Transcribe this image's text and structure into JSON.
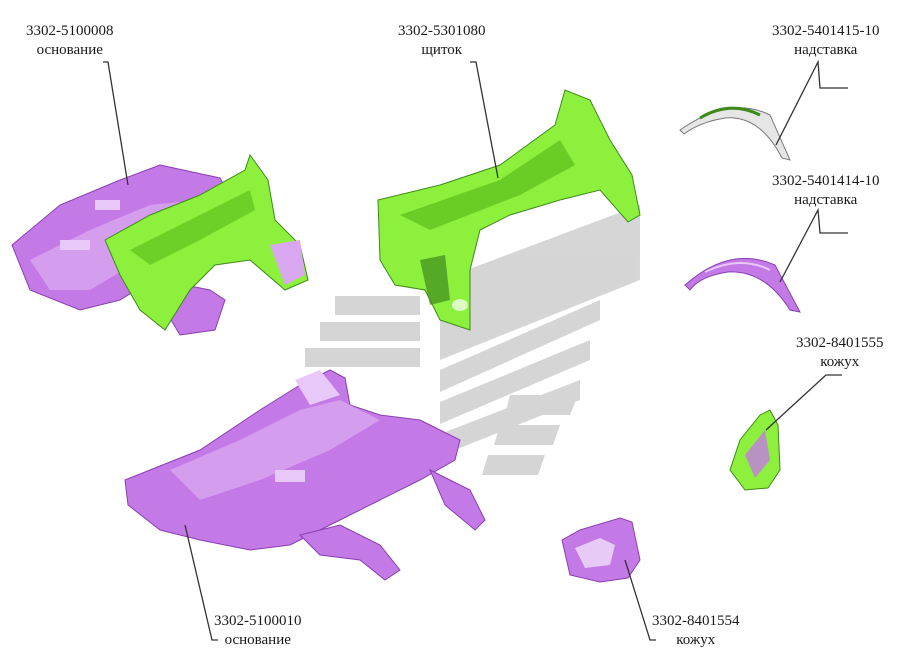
{
  "parts": [
    {
      "id": "p1",
      "number": "3302-5100008",
      "name": "основание",
      "color": "#c47ae6"
    },
    {
      "id": "p2",
      "number": "3302-5301080",
      "name": "щиток",
      "color": "#8cf03c"
    },
    {
      "id": "p3",
      "number": "3302-5401415-10",
      "name": "надставка",
      "color": "#e0e0e0"
    },
    {
      "id": "p4",
      "number": "3302-5401414-10",
      "name": "надставка",
      "color": "#c47ae6"
    },
    {
      "id": "p5",
      "number": "3302-8401555",
      "name": "кожух",
      "color": "#8cf03c"
    },
    {
      "id": "p6",
      "number": "3302-5100010",
      "name": "основание",
      "color": "#c47ae6"
    },
    {
      "id": "p7",
      "number": "3302-8401554",
      "name": "кожух",
      "color": "#c47ae6"
    }
  ],
  "colors": {
    "leader": "#333333",
    "watermark": "#c8c8c8",
    "purple": "#c47ae6",
    "green": "#8cf03c",
    "dark_green": "#3e8a1c"
  }
}
